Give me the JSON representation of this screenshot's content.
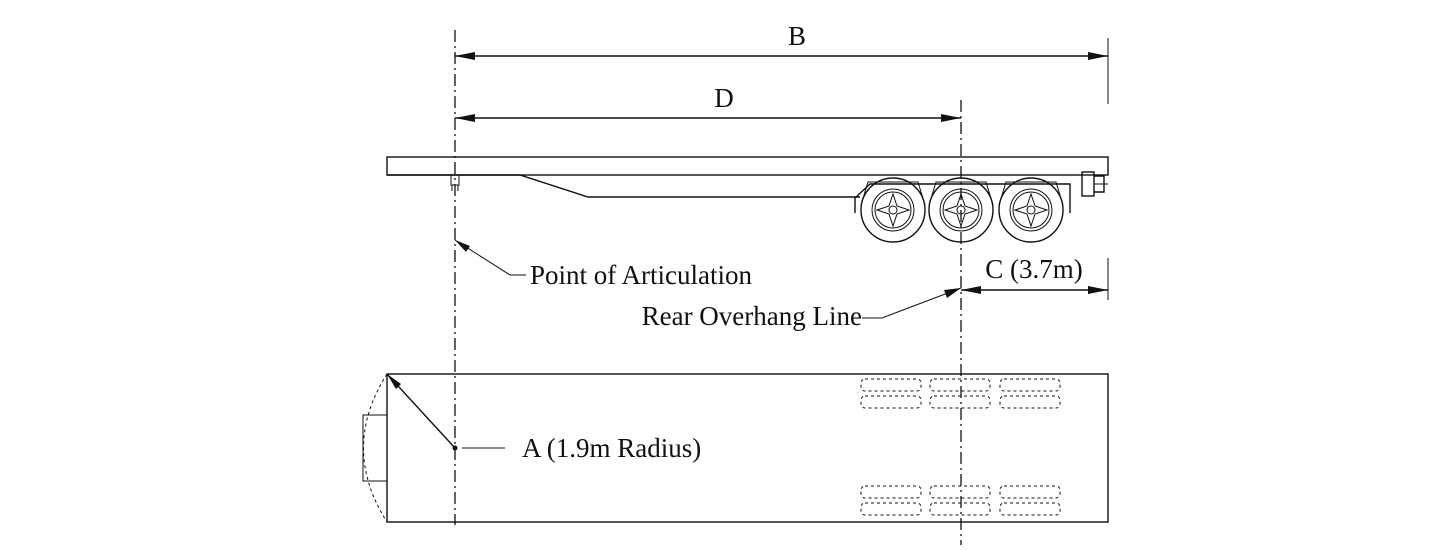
{
  "labels": {
    "B": "B",
    "D": "D",
    "C": "C (3.7m)",
    "articulation": "Point of Articulation",
    "rear_overhang": "Rear Overhang Line",
    "A": "A (1.9m Radius)"
  }
}
